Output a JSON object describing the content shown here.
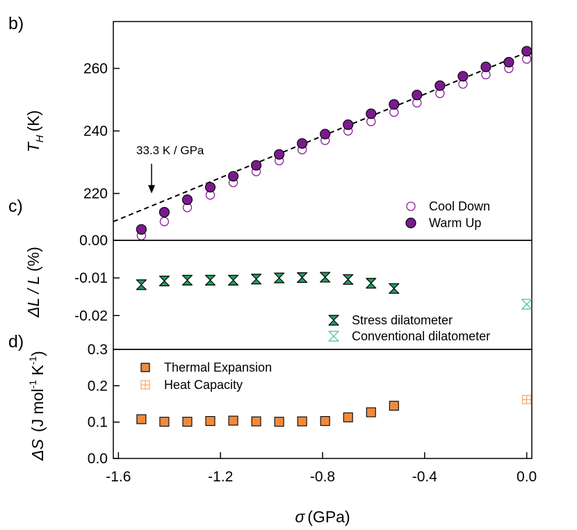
{
  "figure": {
    "xlabel_symbol": "σ",
    "xlabel_unit": "(GPa)",
    "x_ticks": [
      "-1.6",
      "-1.2",
      "-0.8",
      "-0.4",
      "0.0"
    ]
  },
  "chart_data": [
    {
      "type": "scatter",
      "panel_label": "b)",
      "ylabel_main": "T",
      "ylabel_sub": "H",
      "ylabel_unit": "(K)",
      "xlim": [
        -1.62,
        0.02
      ],
      "ylim": [
        205,
        275
      ],
      "y_ticks": [
        220,
        240,
        260
      ],
      "series": [
        {
          "name": "Cool Down",
          "marker": "open-circle",
          "color": "#8b1c9c",
          "x": [
            -1.51,
            -1.42,
            -1.33,
            -1.24,
            -1.15,
            -1.06,
            -0.97,
            -0.88,
            -0.79,
            -0.7,
            -0.61,
            -0.52,
            -0.43,
            -0.34,
            -0.25,
            -0.16,
            -0.07,
            0.0
          ],
          "y": [
            206.5,
            211.0,
            215.5,
            219.5,
            223.5,
            227.0,
            230.5,
            234.0,
            237.0,
            240.0,
            243.0,
            246.0,
            249.0,
            252.0,
            255.0,
            258.0,
            260.0,
            263.0
          ]
        },
        {
          "name": "Warm Up",
          "marker": "filled-circle",
          "color": "#7a1a8e",
          "x": [
            -1.51,
            -1.42,
            -1.33,
            -1.24,
            -1.15,
            -1.06,
            -0.97,
            -0.88,
            -0.79,
            -0.7,
            -0.61,
            -0.52,
            -0.43,
            -0.34,
            -0.25,
            -0.16,
            -0.07,
            0.0
          ],
          "y": [
            208.5,
            214.0,
            218.0,
            222.0,
            225.5,
            229.0,
            232.5,
            236.0,
            239.0,
            242.0,
            245.5,
            248.5,
            251.5,
            254.5,
            257.5,
            260.5,
            262.0,
            265.5
          ]
        }
      ],
      "fit_line": {
        "x": [
          -1.62,
          0.02
        ],
        "y": [
          211.0,
          265.8
        ]
      },
      "annotation": {
        "text": "33.3 K / GPa",
        "arrow_x": -1.47,
        "arrow_y_from": 229.5,
        "arrow_y_to": 220.0
      },
      "legend": "bottom-right"
    },
    {
      "type": "scatter",
      "panel_label": "c)",
      "ylabel_main": "ΔL / L",
      "ylabel_unit": "(%)",
      "xlim": [
        -1.62,
        0.02
      ],
      "ylim": [
        -0.029,
        0.0
      ],
      "y_ticks": [
        "0.00",
        "-0.01",
        "-0.02"
      ],
      "y_tick_values": [
        0.0,
        -0.01,
        -0.02
      ],
      "series": [
        {
          "name": "Stress dilatometer",
          "marker": "filled-hourglass",
          "color": "#1e9e62",
          "x": [
            -1.51,
            -1.42,
            -1.33,
            -1.24,
            -1.15,
            -1.06,
            -0.97,
            -0.88,
            -0.79,
            -0.7,
            -0.61,
            -0.52
          ],
          "y": [
            -0.0118,
            -0.0108,
            -0.0106,
            -0.0106,
            -0.0106,
            -0.0103,
            -0.01,
            -0.0099,
            -0.0098,
            -0.0104,
            -0.0114,
            -0.0128
          ]
        },
        {
          "name": "Conventional dilatometer",
          "marker": "open-hourglass",
          "color": "#3fc48f",
          "x": [
            0.0
          ],
          "y": [
            -0.017
          ]
        }
      ],
      "legend": "bottom-right"
    },
    {
      "type": "scatter",
      "panel_label": "d)",
      "ylabel_main": "ΔS",
      "ylabel_unit_open": "(J mol",
      "ylabel_exp1": "-1",
      "ylabel_unit_mid": " K",
      "ylabel_exp2": "-1",
      "ylabel_unit_close": ")",
      "xlim": [
        -1.62,
        0.02
      ],
      "ylim": [
        0.0,
        0.3
      ],
      "y_ticks": [
        "0.0",
        "0.1",
        "0.2",
        "0.3"
      ],
      "y_tick_values": [
        0.0,
        0.1,
        0.2,
        0.3
      ],
      "series": [
        {
          "name": "Thermal Expansion",
          "marker": "filled-square",
          "color": "#ef8a3c",
          "x": [
            -1.51,
            -1.42,
            -1.33,
            -1.24,
            -1.15,
            -1.06,
            -0.97,
            -0.88,
            -0.79,
            -0.7,
            -0.61,
            -0.52
          ],
          "y": [
            0.108,
            0.101,
            0.101,
            0.103,
            0.104,
            0.102,
            0.101,
            0.102,
            0.103,
            0.113,
            0.127,
            0.145
          ]
        },
        {
          "name": "Heat Capacity",
          "marker": "open-square-cross",
          "color": "#f2a061",
          "x": [
            0.0
          ],
          "y": [
            0.162
          ]
        }
      ],
      "legend": "top-left"
    }
  ]
}
